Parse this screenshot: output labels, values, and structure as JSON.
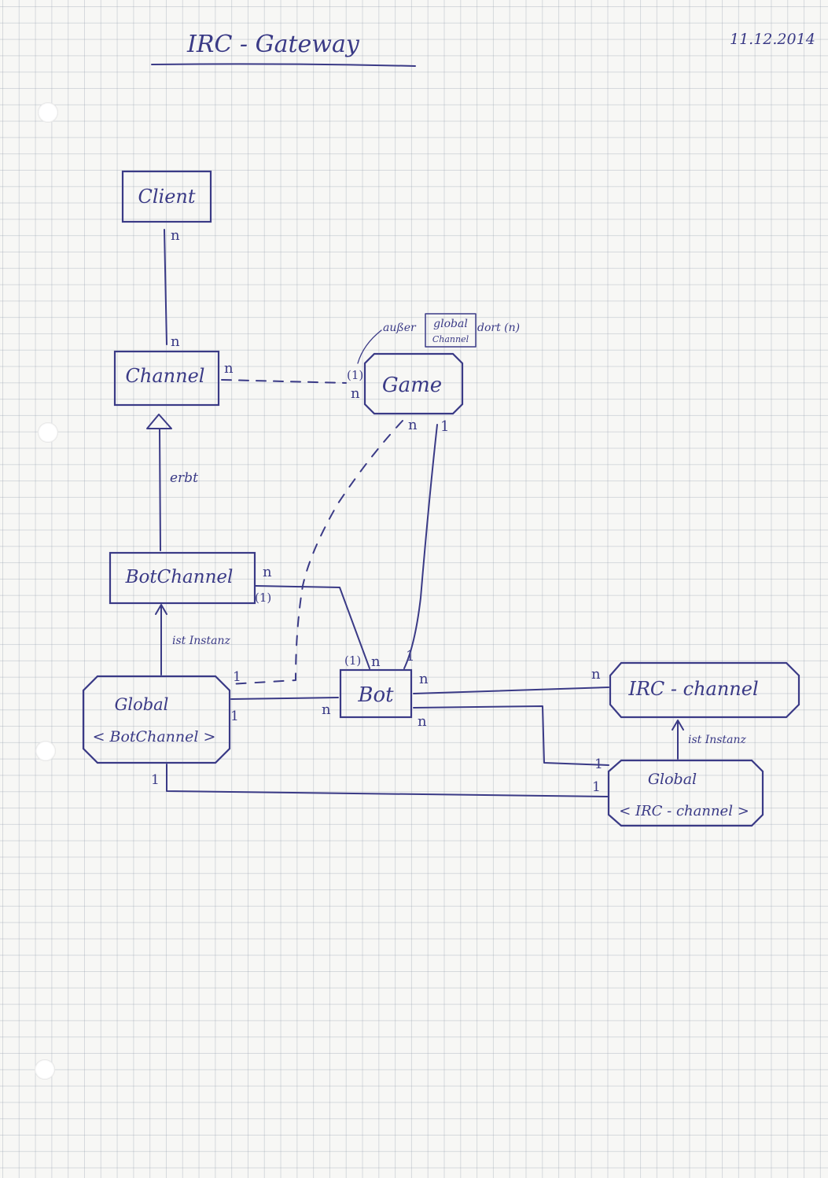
{
  "header": {
    "title": "IRC - Gateway",
    "date": "11.12.2014"
  },
  "nodes": {
    "client": "Client",
    "channel": "Channel",
    "game": "Game",
    "botchannel": "BotChannel",
    "bot": "Bot",
    "irc_channel": "IRC - channel",
    "global_bot_line1": "Global",
    "global_bot_line2": "< BotChannel >",
    "global_irc_line1": "Global",
    "global_irc_line2": "< IRC - channel >"
  },
  "annotation": {
    "ausser": "außer",
    "global_channel_line1": "global",
    "global_channel_line2": "Channel",
    "dort": "dort (n)"
  },
  "edge_labels": {
    "inherits": "erbt",
    "is_instance_bot": "ist Instanz",
    "is_instance_irc": "ist Instanz"
  },
  "multiplicities": {
    "client_channel_top": "n",
    "client_channel_bottom": "n",
    "channel_game_left": "n",
    "channel_game_right_opt": "(1)",
    "channel_game_right": "n",
    "game_bot_dashed": "n",
    "game_bot_solid": "1",
    "botchannel_bot_n": "n",
    "botchannel_bot_opt": "(1)",
    "bot_top_opt": "(1)",
    "bot_top_n": "n",
    "bot_top_1": "1",
    "global_bot_dashed": "1",
    "global_bot_solid": "1",
    "bot_left_n": "n",
    "bot_right_top": "n",
    "bot_right_bottom": "n",
    "irc_channel_left": "n",
    "global_irc_upper": "1",
    "global_irc_lower": "1",
    "global_bot_bottom": "1"
  }
}
